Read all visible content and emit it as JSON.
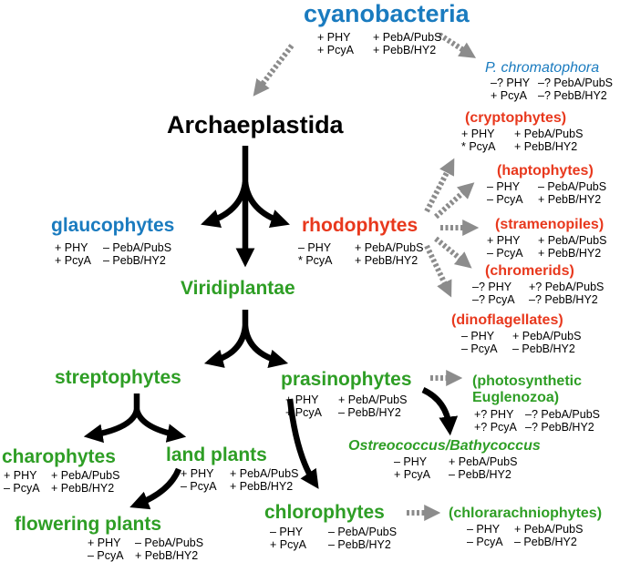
{
  "colors": {
    "blue": "#1a7bbf",
    "red": "#e8381d",
    "green": "#2e9e25",
    "black": "#000000",
    "dashed_arrow": "#8c8c8c",
    "solid_arrow": "#000000"
  },
  "nodes": {
    "cyanobacteria": {
      "label": "cyanobacteria",
      "genes": [
        "+ PHY",
        "+ PcyA",
        "+ PebA/PubS",
        "+ PebB/HY2"
      ]
    },
    "p_chromatophora": {
      "label": "P. chromatophora",
      "genes": [
        "–? PHY",
        "+ PcyA",
        "–? PebA/PubS",
        "–? PebB/HY2"
      ]
    },
    "archaeplastida": {
      "label": "Archaeplastida"
    },
    "cryptophytes": {
      "label": "(cryptophytes)",
      "genes": [
        "+ PHY",
        "* PcyA",
        "+ PebA/PubS",
        "+ PebB/HY2"
      ]
    },
    "haptophytes": {
      "label": "(haptophytes)",
      "genes": [
        "– PHY",
        "– PcyA",
        "– PebA/PubS",
        "+ PebB/HY2"
      ]
    },
    "glaucophytes": {
      "label": "glaucophytes",
      "genes": [
        "+ PHY",
        "+ PcyA",
        "– PebA/PubS",
        "– PebB/HY2"
      ]
    },
    "rhodophytes": {
      "label": "rhodophytes",
      "genes": [
        "– PHY",
        "* PcyA",
        "+ PebA/PubS",
        "+ PebB/HY2"
      ]
    },
    "stramenopiles": {
      "label": "(stramenopiles)",
      "genes": [
        "+ PHY",
        "– PcyA",
        "+ PebA/PubS",
        "+ PebB/HY2"
      ]
    },
    "chromerids": {
      "label": "(chromerids)",
      "genes": [
        "–? PHY",
        "–? PcyA",
        "+? PebA/PubS",
        "–? PebB/HY2"
      ]
    },
    "viridiplantae": {
      "label": "Viridiplantae"
    },
    "dinoflagellates": {
      "label": "(dinoflagellates)",
      "genes": [
        "– PHY",
        "– PcyA",
        "+ PebA/PubS",
        "– PebB/HY2"
      ]
    },
    "streptophytes": {
      "label": "streptophytes"
    },
    "prasinophytes": {
      "label": "prasinophytes",
      "genes": [
        "+ PHY",
        "+ PcyA",
        "+ PebA/PubS",
        "– PebB/HY2"
      ]
    },
    "euglenozoa": {
      "label_line1": "(photosynthetic",
      "label_line2": "Euglenozoa)",
      "genes": [
        "+? PHY",
        "+? PcyA",
        "–? PebA/PubS",
        "–? PebB/HY2"
      ]
    },
    "ostreococcus": {
      "label": "Ostreococcus/Bathycoccus",
      "genes": [
        "– PHY",
        "+ PcyA",
        "+ PebA/PubS",
        "– PebB/HY2"
      ]
    },
    "charophytes": {
      "label": "charophytes",
      "genes": [
        "+ PHY",
        "– PcyA",
        "+ PebA/PubS",
        "+ PebB/HY2"
      ]
    },
    "land_plants": {
      "label": "land plants",
      "genes": [
        "+ PHY",
        "– PcyA",
        "+ PebA/PubS",
        "+ PebB/HY2"
      ]
    },
    "chlorophytes": {
      "label": "chlorophytes",
      "genes": [
        "– PHY",
        "+ PcyA",
        "– PebA/PubS",
        "– PebB/HY2"
      ]
    },
    "chlorarachniophytes": {
      "label": "(chlorarachniophytes)",
      "genes": [
        "– PHY",
        "– PcyA",
        "+ PebA/PubS",
        "– PebB/HY2"
      ]
    },
    "flowering_plants": {
      "label": "flowering plants",
      "genes": [
        "+ PHY",
        "– PcyA",
        "– PebA/PubS",
        "+ PebB/HY2"
      ]
    }
  }
}
